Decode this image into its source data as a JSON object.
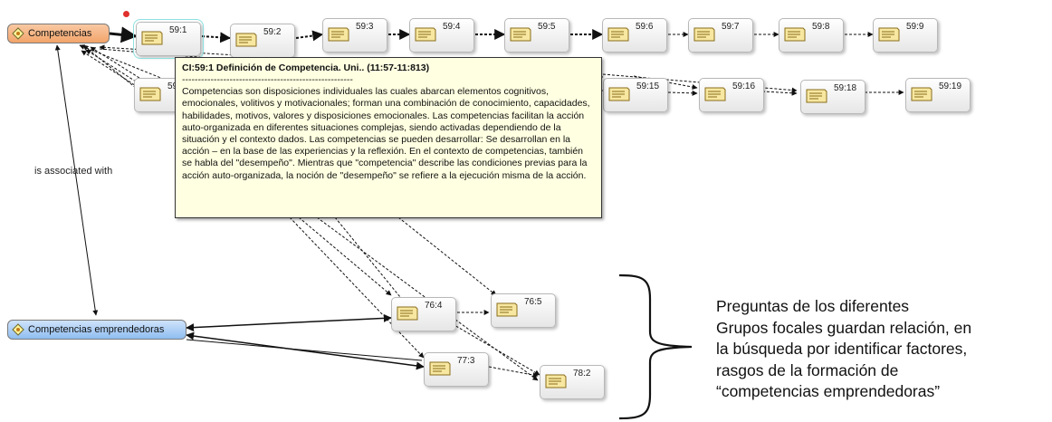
{
  "codes": {
    "competencias": "Competencias",
    "emprendedoras": "Competencias emprendedoras"
  },
  "quotes": {
    "q591": "59:1",
    "q592": "59:2",
    "q593": "59:3",
    "q594": "59:4",
    "q595": "59:5",
    "q596": "59:6",
    "q597": "59:7",
    "q598": "59:8",
    "q599": "59:9",
    "q59x": "59",
    "q5915": "59:15",
    "q5916": "59:16",
    "q5918": "59:18",
    "q5919": "59:19",
    "q764": "76:4",
    "q765": "76:5",
    "q773": "77:3",
    "q782": "78:2"
  },
  "edge_label": "is associated with",
  "tooltip": {
    "title": "CI:59:1 Definición de Competencia. Uni.. (11:57-11:813)",
    "separator": "------------------------------------------------------",
    "body": "Competencias son disposiciones individuales las cuales abarcan elementos cognitivos, emocionales, volitivos y motivacionales; forman una combinación de conocimiento, capacidades, habilidades, motivos, valores y disposiciones emocionales. Las competencias facilitan la acción auto-organizada en diferentes situaciones complejas, siendo activadas dependiendo de la situación y el contexto dados. Las competencias se pueden desarrollar: Se desarrollan en la acción – en la base de las experiencias y la reflexión. En el contexto de competencias, también se habla del \"desempeño\". Mientras que \"competencia\" describe las condiciones previas para la acción auto-organizada, la noción de \"desempeño\" se refiere a la ejecución misma de la acción."
  },
  "annotation": {
    "line1": "Preguntas de los diferentes",
    "line2": "Grupos focales guardan relación, en",
    "line3": "la búsqueda por identificar factores,",
    "line4": "rasgos de la formación de",
    "line5": "“competencias emprendedoras”"
  },
  "colors": {
    "code_orange": "#f2a36a",
    "code_blue": "#8fbdf0",
    "tooltip_bg": "#ffffe1",
    "selection_dot": "#e0302b"
  }
}
